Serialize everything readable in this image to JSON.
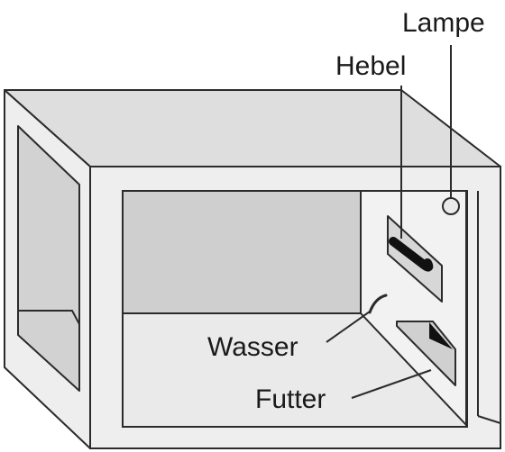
{
  "labels": {
    "lamp": "Lampe",
    "lever": "Hebel",
    "water": "Wasser",
    "food": "Futter"
  },
  "colors": {
    "stroke": "#2b2b2b",
    "frame_face": "#eeeeee",
    "top_face": "#dedede",
    "window_fill": "#d2d2d2",
    "interior_back": "#cfcfcf",
    "interior_floor": "#eaeaea",
    "interior_right_wall": "#f2f2f2",
    "lever_plate": "#d7d7d7",
    "lever_handle": "#111111",
    "food_tray": "#d0d0d0",
    "food_dark": "#111111"
  }
}
